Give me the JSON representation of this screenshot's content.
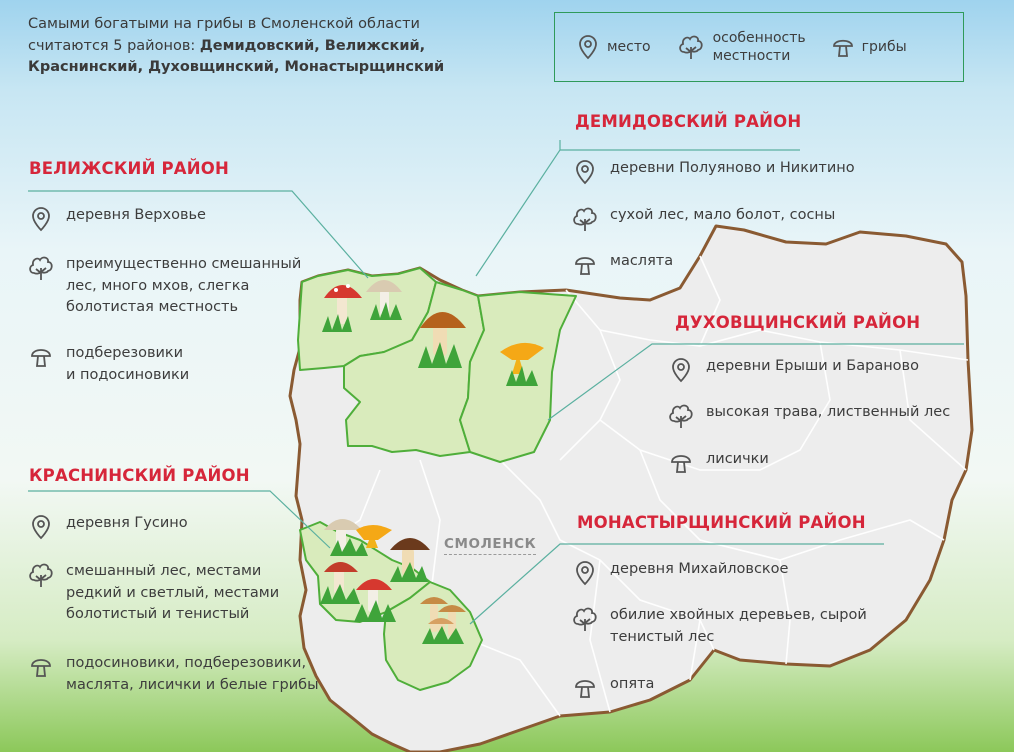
{
  "intro": {
    "line1": "Самыми богатыми на грибы в Смоленской области",
    "line2_prefix": "считаются 5 районов: ",
    "line2_bold": "Демидовский, Велижский,",
    "line3_bold": "Краснинский, Духовщинский, Монастырщинский"
  },
  "legend": {
    "place": "место",
    "feature": "особенность\nместности",
    "mushrooms": "грибы"
  },
  "city": "СМОЛЕНСК",
  "districts": {
    "demidovsky": {
      "title": "ДЕМИДОВСКИЙ РАЙОН",
      "place": "деревни Полуяново и Никитино",
      "feature": "сухой лес, мало болот, сосны",
      "mushrooms": "маслята"
    },
    "velizhsky": {
      "title": "ВЕЛИЖСКИЙ РАЙОН",
      "place": "деревня Верховье",
      "feature": "преимущественно смешанный\nлес, много мхов, слегка\nболотистая местность",
      "mushrooms": "подберезовики\nи подосиновики"
    },
    "dukhovshchinsky": {
      "title": "ДУХОВЩИНСКИЙ РАЙОН",
      "place": "деревни Ерыши и Бараново",
      "feature": "высокая трава, лиственный лес",
      "mushrooms": "лисички"
    },
    "krasninsky": {
      "title": "КРАСНИНСКИЙ РАЙОН",
      "place": "деревня Гусино",
      "feature": "смешанный лес, местами\nредкий и светлый, местами\nболотистый и тенистый",
      "mushrooms": "подосиновики, подберезовики,\nмаслята, лисички и белые грибы"
    },
    "monastyrshchinsky": {
      "title": "МОНАСТЫРЩИНСКИЙ РАЙОН",
      "place": "деревня Михайловское",
      "feature": "обилие хвойных деревьев, сырой\nтенистый лес",
      "mushrooms": "опята"
    }
  },
  "colors": {
    "title_red": "#d6263a",
    "legend_border": "#2f9a5a",
    "region_fill": "#ededed",
    "region_border": "#8a5a32",
    "district_fill": "#d9ebbc",
    "district_border": "#4fae3a"
  }
}
